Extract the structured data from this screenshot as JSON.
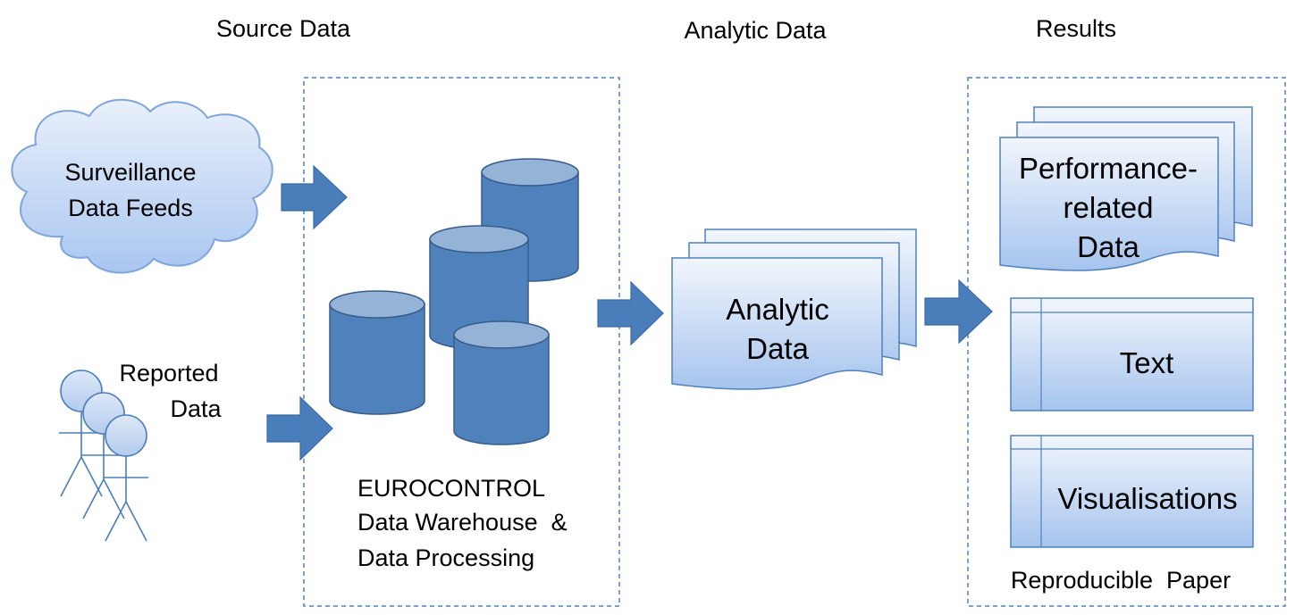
{
  "headers": {
    "source": "Source Data",
    "analytic": "Analytic Data",
    "results": "Results"
  },
  "inputs": {
    "surveillance": [
      "Surveillance",
      "Data Feeds"
    ],
    "reported": [
      "Reported",
      "Data"
    ]
  },
  "warehouse": {
    "label": [
      "EUROCONTROL",
      "Data Warehouse  &",
      "Data Processing"
    ]
  },
  "analytic_doc": {
    "label": [
      "Analytic",
      "Data"
    ]
  },
  "results": {
    "performance": [
      "Performance-",
      "related",
      "Data"
    ],
    "text": "Text",
    "visualisations": "Visualisations",
    "caption": "Reproducible  Paper"
  },
  "colors": {
    "arrow_fill": "#4a7ebb",
    "arrow_stroke": "#3a6aa8",
    "cylinder_body": "#4f81bd",
    "cylinder_top": "#95b3d7",
    "cylinder_stroke": "#385d8a",
    "doc_light": "#f2f6fc",
    "doc_dark": "#a6c4ee",
    "doc_stroke": "#4f81bd",
    "dashed_border": "#4f81bd",
    "figure_fill": "#c6d9f1",
    "figure_stroke": "#4a7ebb"
  },
  "icons": {
    "cloud": "cloud-icon",
    "people": "stick-figures-icon",
    "database": "database-cylinder-icon",
    "document": "document-stack-icon"
  }
}
